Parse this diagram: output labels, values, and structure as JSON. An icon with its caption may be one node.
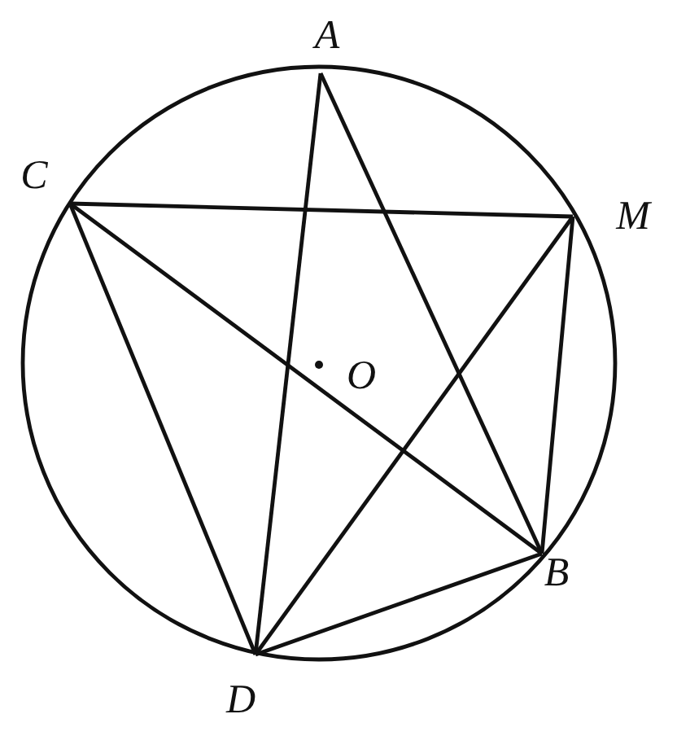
{
  "diagram": {
    "nodes": [
      {
        "text": [
          "A"
        ]
      },
      {
        "text": [
          "C"
        ]
      },
      {
        "text": [
          "M"
        ]
      },
      {
        "text": [
          "O"
        ]
      },
      {
        "text": [
          "B"
        ]
      },
      {
        "text": [
          "D"
        ]
      }
    ],
    "edges": [
      {
        "from": 0,
        "to": 5,
        "arrow": "none"
      },
      {
        "from": 0,
        "to": 4,
        "arrow": "none"
      },
      {
        "from": 1,
        "to": 2,
        "arrow": "none"
      },
      {
        "from": 1,
        "to": 4,
        "arrow": "none"
      },
      {
        "from": 1,
        "to": 5,
        "arrow": "none"
      },
      {
        "from": 2,
        "to": 5,
        "arrow": "none"
      },
      {
        "from": 2,
        "to": 4,
        "arrow": "none"
      },
      {
        "from": 5,
        "to": 4,
        "arrow": "none"
      }
    ]
  }
}
